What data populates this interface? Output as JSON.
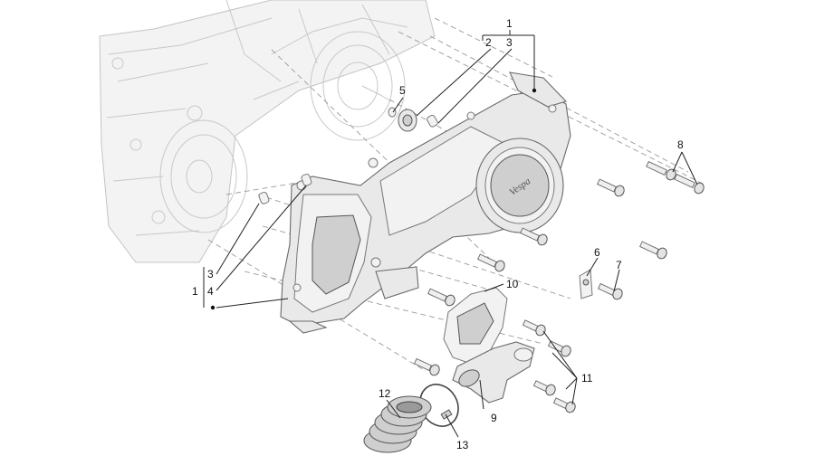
{
  "callouts": {
    "c1_top": "1",
    "c2_top": "2",
    "c3_top": "3",
    "c5": "5",
    "c8": "8",
    "c6": "6",
    "c7": "7",
    "c10": "10",
    "c11": "11",
    "c9": "9",
    "c12": "12",
    "c13": "13",
    "c3_left": "3",
    "c4_left": "4",
    "c1_left": "1"
  },
  "brand_mark": "Vespa"
}
